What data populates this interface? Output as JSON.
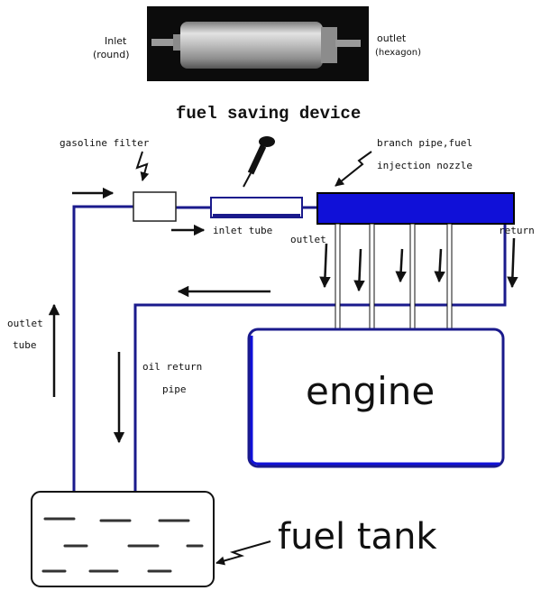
{
  "photo": {
    "inlet_label_line1": "Inlet",
    "inlet_label_line2": "(round)",
    "outlet_label_line1": "outlet",
    "outlet_label_line2": "(hexagon)"
  },
  "device_title": "fuel saving device",
  "labels": {
    "gasoline_filter": "gasoline filter",
    "branch_pipe_line1": "branch pipe,fuel",
    "branch_pipe_line2": "injection nozzle",
    "inlet_tube": "inlet tube",
    "outlet": "outlet",
    "return": "return",
    "outlet_tube_line1": "outlet",
    "outlet_tube_line2": "tube",
    "oil_return_line1": "oil return",
    "oil_return_line2": "pipe",
    "engine": "engine",
    "fuel_tank": "fuel tank"
  },
  "colors": {
    "pipe_blue": "#1a1a8c",
    "rail_blue": "#1010d8",
    "ink": "#111111"
  }
}
